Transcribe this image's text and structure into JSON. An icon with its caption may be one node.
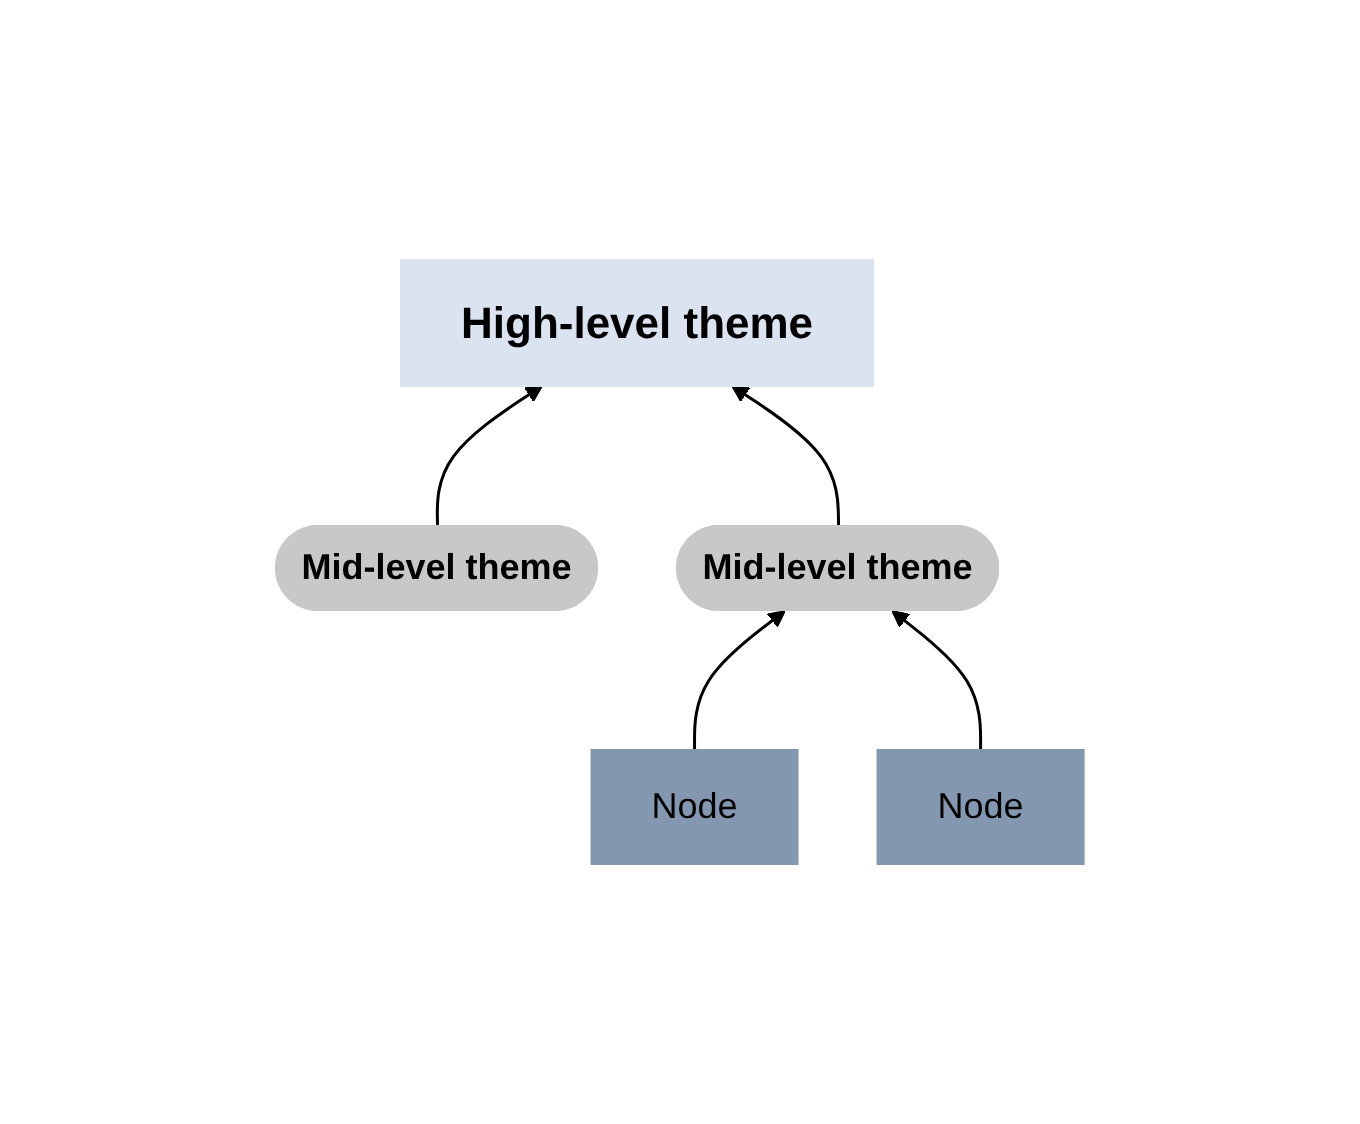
{
  "diagram": {
    "nodes": [
      {
        "text": [
          "High-level theme"
        ]
      },
      {
        "text": [
          "Mid-level theme"
        ]
      },
      {
        "text": [
          "Mid-level theme"
        ]
      },
      {
        "text": [
          "Node"
        ]
      },
      {
        "text": [
          "Node"
        ]
      }
    ],
    "edges": [
      {
        "from": 1,
        "to": 0,
        "arrow": "to"
      },
      {
        "from": 2,
        "to": 0,
        "arrow": "to"
      },
      {
        "from": 3,
        "to": 2,
        "arrow": "to"
      },
      {
        "from": 4,
        "to": 2,
        "arrow": "to"
      }
    ]
  }
}
